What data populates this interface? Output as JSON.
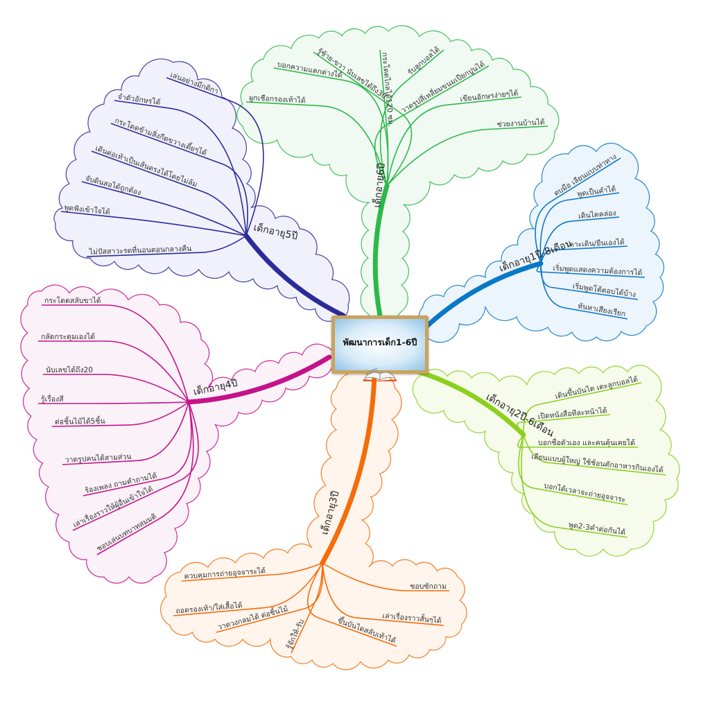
{
  "center": {
    "title": "พัฒนาการเด็ก1-6ปี",
    "icon": "open-book-icon"
  },
  "branches": [
    {
      "id": "age6",
      "label": "เด็กอายุ6ปี",
      "color": "#2db84a",
      "fill": "#effaf1",
      "items": [
        "ผูกเชือกรองเท้าได้",
        "บอกความแตกต่างได้",
        "รู้ซ้าย-ขวา นับเลขได้ถึง30",
        "กระโดดไกลได้120 ซม.",
        "รับลูกบอลได้",
        "วาดรูปสี่เหลี่ยมขนมเปียกปูนได้",
        "เขียนอักษรง่ายๆได้",
        "ช่วยงานบ้านได้"
      ]
    },
    {
      "id": "age1y8m",
      "label": "เด็กอายุ1ปี-8เดือน",
      "color": "#0a78c8",
      "fill": "#ecf5fc",
      "items": [
        "ตบมือ เลียนแบบท่าทาง",
        "พูดเป็นคำได้",
        "เดินไดคล่อง",
        "เกาะเดิน/ยืนเองได้",
        "เริ่มพูดแสดงความต้องการได้",
        "เริ่มพูดโต้ตอบได้บ้าง",
        "หันหาเสียงเรียก"
      ]
    },
    {
      "id": "age2y6m",
      "label": "เด็กอายุ2ปี-6เดือน",
      "color": "#8ccf1e",
      "fill": "#f6fbea",
      "items": [
        "เดินขึ้นบันได เตะลูกบอลได้",
        "เปิดหนังสือทีละหน้าได้",
        "บอกชื่อตัวเอง และคนคุ้นเคยได้",
        "เลียนแบบผู้ใหญ่ ใช้ช้อนตักอาหารกินเองได้",
        "บอกได้เวลาจะถ่ายอุจจาระ",
        "พูด2-3คำต่อกันได้"
      ]
    },
    {
      "id": "age3",
      "label": "เด็กอายุ3ปี",
      "color": "#f46d0a",
      "fill": "#fff5ec",
      "items": [
        "ควบคุมการถ่ายอุจจาระได้",
        "ถอดรองเท้า/ใส่เสื้อได้",
        "วาดวงกลมได้ ต่อชิ้นไม้",
        "รู้จักให้-รับ",
        "ชอบซักถาม",
        "เล่าเรื่องราวสั้นๆได้",
        "ขึ้นบันไดสลับเท้าได้"
      ]
    },
    {
      "id": "age4",
      "label": "เด็กอายุ4ปี",
      "color": "#c4138a",
      "fill": "#fbf0f8",
      "items": [
        "กระโดดสลับขาได้",
        "กลัดกระดุมเองได้",
        "นับเลขได้ถึง20",
        "รู้เรื่องสี",
        "ต่อชิ้นไม้ได้5ชิ้น",
        "วาดรูปคนได้สามส่วน",
        "ร้องเพลง ถามคำถามได้",
        "เล่าเรื่องราวให้ผู้อื่นเข้าใจได้",
        "ชอบเล่นบทบาทสมมติ"
      ]
    },
    {
      "id": "age5",
      "label": "เด็กอายุ5ปี",
      "color": "#2b2b9a",
      "fill": "#f0f0fb",
      "items": [
        "เล่นอย่างมีกติกา",
        "จำตัวอักษรได้",
        "กระโดดข้ามสิ่งกีดขวางเตี้ยๆได้",
        "เดินต่อเท้าเป็นเส้นตรงได้โดยไม่ล้ม",
        "จับดินสอได้ถูกต้อง",
        "พูดฟังเข้าใจได้",
        "ไม่ปัสสาวะรดที่นอนตอนกลางคืน"
      ]
    }
  ]
}
